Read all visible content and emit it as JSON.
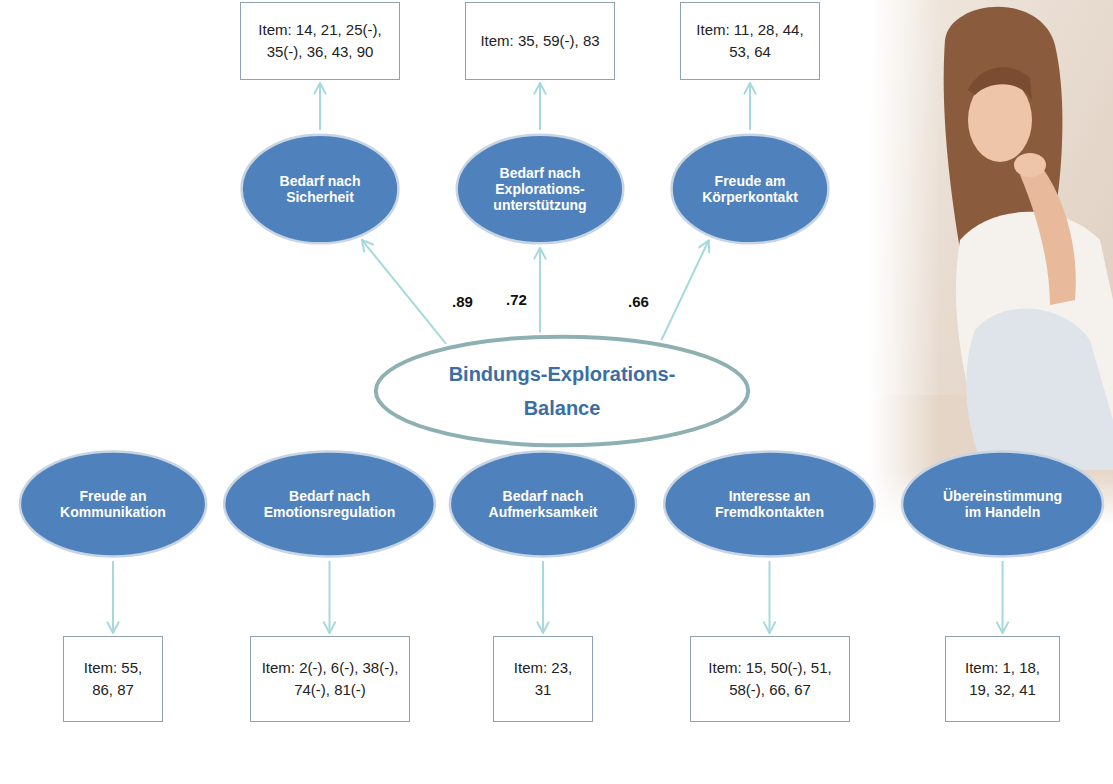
{
  "diagram": {
    "nodes": [
      {
        "text": [
          "Item: 14, 21, 25(-), 35(-), 36, 43, 90"
        ]
      },
      {
        "text": [
          "Item: 35, 59(-), 83"
        ]
      },
      {
        "text": [
          "Item: 11, 28, 44, 53, 64"
        ]
      },
      {
        "text": [
          "Bedarf nach Sicherheit"
        ]
      },
      {
        "text": [
          "Bedarf nach Explorations- unterstützung"
        ]
      },
      {
        "text": [
          "Freude am Körperkontakt"
        ]
      },
      {
        "text": [
          "Bindungs-Explorations- Balance"
        ]
      },
      {
        "text": [
          "Freude an Kommunikation"
        ]
      },
      {
        "text": [
          "Bedarf nach Emotionsregulation"
        ]
      },
      {
        "text": [
          "Bedarf nach Aufmerksamkeit"
        ]
      },
      {
        "text": [
          "Interesse an Fremdkontakten"
        ]
      },
      {
        "text": [
          "Übereinstimmung im Handeln"
        ]
      },
      {
        "text": [
          "Item: 55, 86, 87"
        ]
      },
      {
        "text": [
          "Item: 2(-), 6(-), 38(-), 74(-), 81(-)"
        ]
      },
      {
        "text": [
          "Item: 23, 31"
        ]
      },
      {
        "text": [
          "Item: 15, 50(-), 51, 58(-), 66, 67"
        ]
      },
      {
        "text": [
          "Item: 1, 18, 19, 32, 41"
        ]
      }
    ],
    "edges": [
      {
        "from": 6,
        "to": 3,
        "arrow": "to",
        "label": ".89"
      },
      {
        "from": 6,
        "to": 4,
        "arrow": "to",
        "label": ".72"
      },
      {
        "from": 6,
        "to": 5,
        "arrow": "to",
        "label": ".66"
      },
      {
        "from": 3,
        "to": 0,
        "arrow": "to"
      },
      {
        "from": 4,
        "to": 1,
        "arrow": "to"
      },
      {
        "from": 5,
        "to": 2,
        "arrow": "to"
      },
      {
        "from": 7,
        "to": 12,
        "arrow": "to"
      },
      {
        "from": 8,
        "to": 13,
        "arrow": "to"
      },
      {
        "from": 9,
        "to": 14,
        "arrow": "to"
      },
      {
        "from": 10,
        "to": 15,
        "arrow": "to"
      },
      {
        "from": 11,
        "to": 16,
        "arrow": "to"
      }
    ]
  }
}
